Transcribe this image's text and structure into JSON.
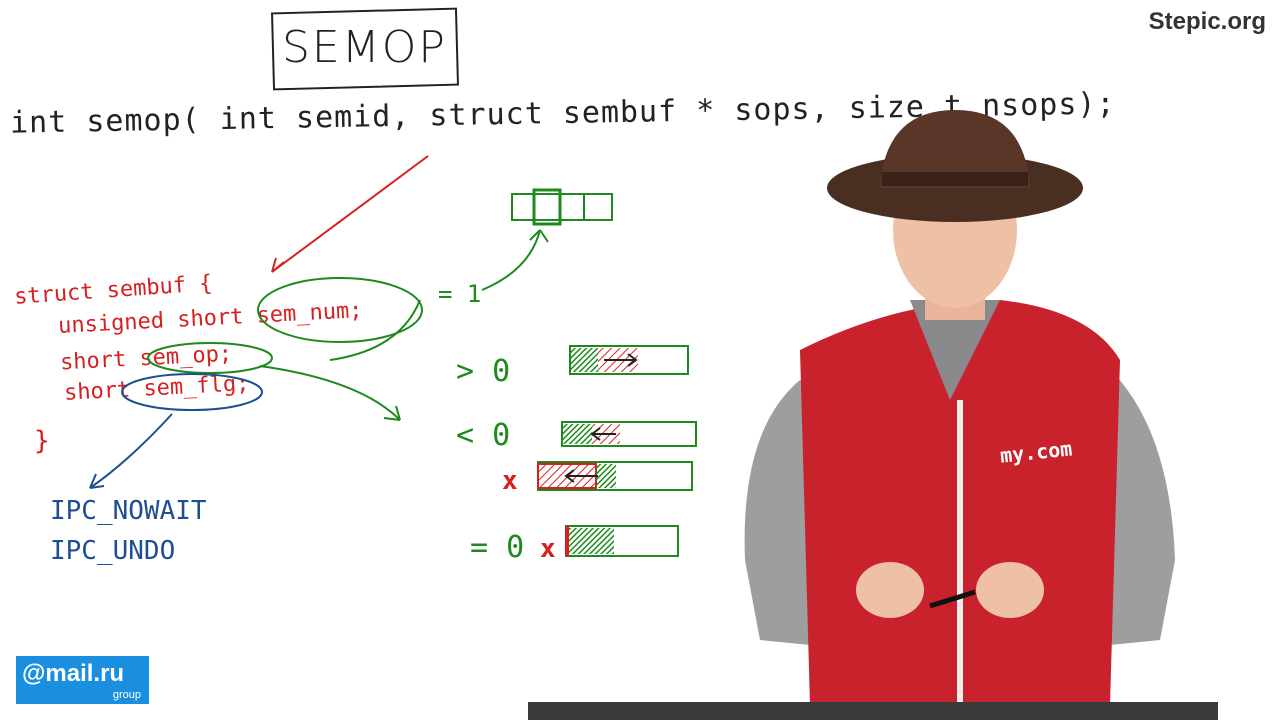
{
  "brand": "Stepic.org",
  "logo": {
    "main": "@mail.ru",
    "sub": "group"
  },
  "board": {
    "title": "SEMOP",
    "signature": "int semop( int semid, struct sembuf * sops, size_t nsops);",
    "struct_lines": [
      "struct sembuf {",
      "unsigned short sem_num;",
      "short sem_op;",
      "short sem_flg;",
      "}"
    ],
    "flags": [
      "IPC_NOWAIT",
      "IPC_UNDO"
    ],
    "conditions": [
      "= 1",
      "> 0",
      "< 0",
      "= 0"
    ],
    "marks": [
      "x",
      "x"
    ]
  },
  "presenter": {
    "shirt_text": "my.com"
  },
  "colors": {
    "ink": "#222222",
    "red": "#d62020",
    "green": "#1e8a1e",
    "blue": "#1d4f91",
    "shirt": "#c8232c",
    "sleeve": "#9e9ea0",
    "hat": "#4b2e22",
    "logo_bg": "#1a8fe0"
  }
}
